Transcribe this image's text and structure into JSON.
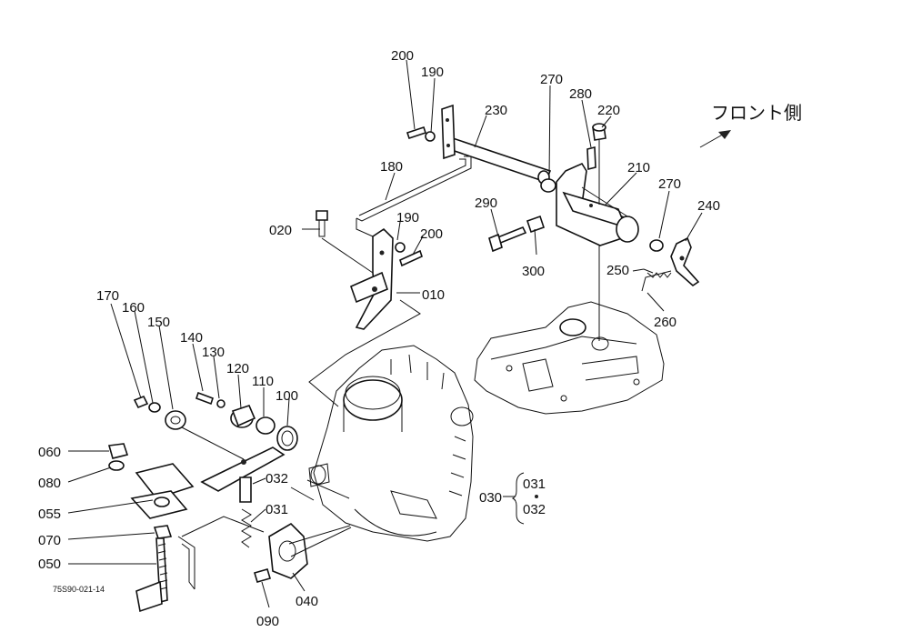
{
  "labels": {
    "p200a": "200",
    "p190a": "190",
    "p230": "230",
    "p180": "180",
    "p020": "020",
    "p190b": "190",
    "p200b": "200",
    "p010": "010",
    "p270a": "270",
    "p280": "280",
    "p220": "220",
    "p210": "210",
    "p290": "290",
    "p300": "300",
    "p270b": "270",
    "p240": "240",
    "p250": "250",
    "p260": "260",
    "p170": "170",
    "p160": "160",
    "p150": "150",
    "p140": "140",
    "p130": "130",
    "p120": "120",
    "p110": "110",
    "p100": "100",
    "p060": "060",
    "p080": "080",
    "p055": "055",
    "p070": "070",
    "p050": "050",
    "p032": "032",
    "p031": "031",
    "p040": "040",
    "p090": "090",
    "p030": "030",
    "p030_031": "031",
    "p030_032": "032"
  },
  "direction_label": "フロント側",
  "drawing_code": "75S90-021-14"
}
